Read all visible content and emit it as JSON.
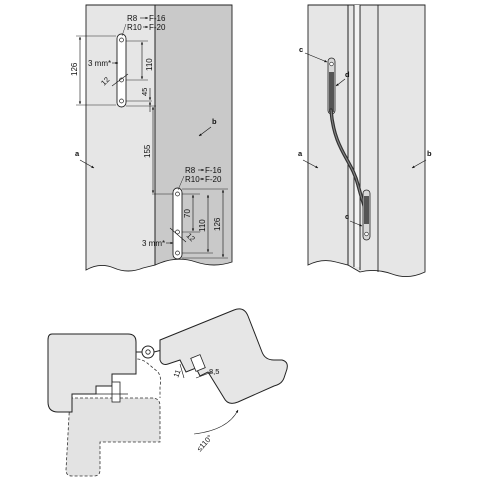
{
  "colors": {
    "frame": "#e6e6e6",
    "sash": "#c9c9c9",
    "line": "#222222",
    "hatch": "#e3e3e3",
    "accent": "#ffffff"
  },
  "left_view": {
    "callout_top_a": "R8",
    "callout_top_a_target": "F-16",
    "callout_top_b": "R10",
    "callout_top_b_target": "F-20",
    "callout_bottom_a": "R8",
    "callout_bottom_a_target": "F-16",
    "callout_bottom_b": "R10",
    "callout_bottom_b_target": "F-20",
    "dim_126_top": "126",
    "dim_3mm_top": "3 mm*",
    "dim_12_top": "12",
    "dim_110_top": "110",
    "dim_45": "45",
    "dim_155": "155",
    "dim_70": "70",
    "dim_110_bottom": "110",
    "dim_126_bottom": "126",
    "dim_12_bottom": "12",
    "dim_3mm_bottom": "3 mm*",
    "label_a": "a",
    "label_b": "b"
  },
  "right_view": {
    "label_a": "a",
    "label_b": "b",
    "label_c_top": "c",
    "label_d": "d",
    "label_c_bottom": "c"
  },
  "section_view": {
    "dim_11": "11",
    "dim_85": "8,5",
    "angle": "≤110°"
  }
}
